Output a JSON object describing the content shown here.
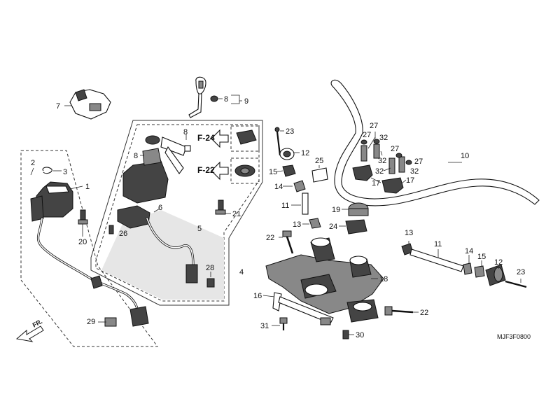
{
  "diagram_code": "MJF3F0800",
  "direction_label": "FR.",
  "references": [
    "F-24",
    "F-22"
  ],
  "callouts": {
    "c1": "1",
    "c2": "2",
    "c3": "3",
    "c4": "4",
    "c5": "5",
    "c6": "6",
    "c7": "7",
    "c8a": "8",
    "c8b": "8",
    "c8c": "8",
    "c9": "9",
    "c10": "10",
    "c11a": "11",
    "c11b": "11",
    "c12a": "12",
    "c12b": "12",
    "c13a": "13",
    "c13b": "13",
    "c14a": "14",
    "c14b": "14",
    "c15a": "15",
    "c15b": "15",
    "c16": "16",
    "c17a": "17",
    "c17b": "17",
    "c18": "18",
    "c19": "19",
    "c20": "20",
    "c21": "21",
    "c22a": "22",
    "c22b": "22",
    "c23a": "23",
    "c23b": "23",
    "c24": "24",
    "c25": "25",
    "c26": "26",
    "c27a": "27",
    "c27b": "27",
    "c27c": "27",
    "c28": "28",
    "c29": "29",
    "c30": "30",
    "c31": "31",
    "c32a": "32",
    "c32b": "32",
    "c32c": "32",
    "c32d": "32"
  }
}
